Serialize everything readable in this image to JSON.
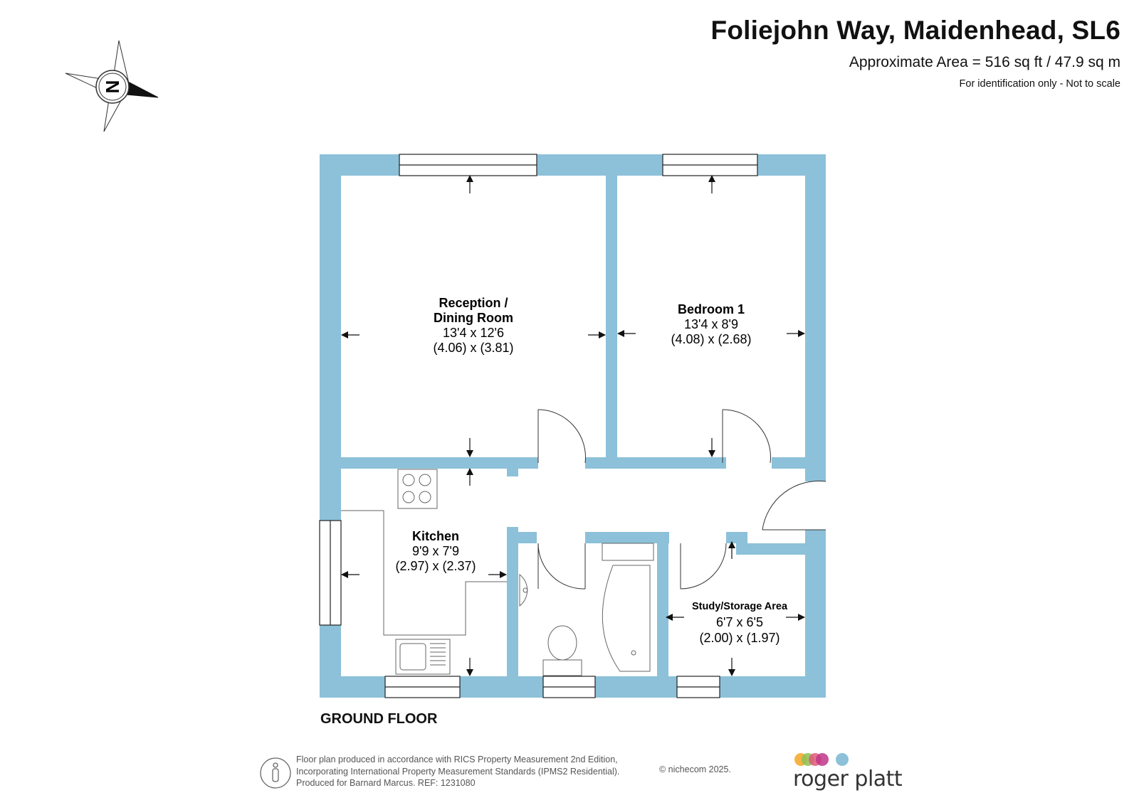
{
  "header": {
    "title": "Foliejohn Way, Maidenhead, SL6",
    "area": "Approximate Area = 516 sq ft / 47.9 sq m",
    "note": "For identification only - Not to scale"
  },
  "compass": {
    "letter": "N"
  },
  "rooms": [
    {
      "name_lines": [
        "Reception /",
        "Dining Room"
      ],
      "imperial": "13'4 x 12'6",
      "metric": "(4.06) x (3.81)"
    },
    {
      "name_lines": [
        "Bedroom 1"
      ],
      "imperial": "13'4 x 8'9",
      "metric": "(4.08) x (2.68)"
    },
    {
      "name_lines": [
        "Kitchen"
      ],
      "imperial": "9'9 x 7'9",
      "metric": "(2.97) x (2.37)"
    },
    {
      "name_lines": [
        "Study/Storage Area"
      ],
      "imperial": "6'7 x 6'5",
      "metric": "(2.00) x (1.97)"
    }
  ],
  "floor_label": "GROUND FLOOR",
  "footer": {
    "lines": [
      "Floor plan produced in accordance with RICS Property Measurement 2nd Edition,",
      "Incorporating International Property Measurement Standards (IPMS2 Residential).",
      "Produced for Barnard Marcus.   REF:  1231080"
    ],
    "copyright": "© nichecom 2025.",
    "brand": "roger platt"
  },
  "colors": {
    "wall": "#8cc1d9",
    "logo_dots": [
      "#f5a623",
      "#8cc152",
      "#e05a7a",
      "#c0368a",
      "#8cc1d9"
    ]
  }
}
